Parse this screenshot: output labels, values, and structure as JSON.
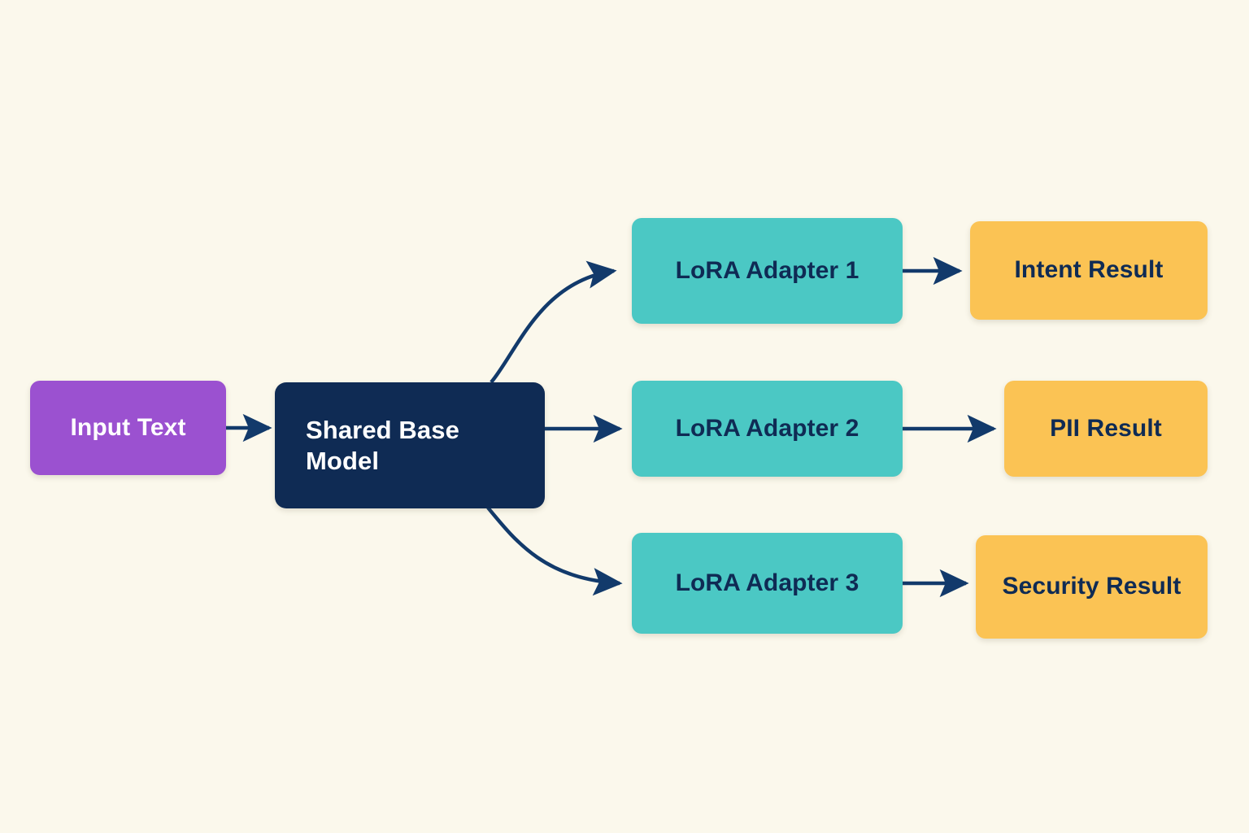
{
  "diagram": {
    "title": "LoRA multi-adapter inference flow",
    "background_color": "#FBF8EC",
    "edge_color": "#123A6B",
    "nodes": {
      "input": {
        "label": "Input Text",
        "color": "#9B51D0",
        "text_color": "#FFFFFF"
      },
      "base": {
        "label": "Shared Base\nModel",
        "line1": "Shared Base",
        "line2": "Model",
        "color": "#0F2B54",
        "text_color": "#FFFFFF"
      },
      "adapters": [
        {
          "label": "LoRA Adapter 1",
          "color": "#4BC8C4",
          "text_color": "#0F2B54"
        },
        {
          "label": "LoRA Adapter 2",
          "color": "#4BC8C4",
          "text_color": "#0F2B54"
        },
        {
          "label": "LoRA Adapter 3",
          "color": "#4BC8C4",
          "text_color": "#0F2B54"
        }
      ],
      "results": [
        {
          "label": "Intent Result",
          "color": "#FBC354",
          "text_color": "#0F2B54"
        },
        {
          "label": "PII Result",
          "color": "#FBC354",
          "text_color": "#0F2B54"
        },
        {
          "label": "Security Result",
          "color": "#FBC354",
          "text_color": "#0F2B54"
        }
      ]
    },
    "edges": [
      {
        "from": "Input Text",
        "to": "Shared Base Model",
        "style": "straight-arrow"
      },
      {
        "from": "Shared Base Model",
        "to": "LoRA Adapter 1",
        "style": "curved-arrow"
      },
      {
        "from": "Shared Base Model",
        "to": "LoRA Adapter 2",
        "style": "straight-arrow"
      },
      {
        "from": "Shared Base Model",
        "to": "LoRA Adapter 3",
        "style": "curved-arrow"
      },
      {
        "from": "LoRA Adapter 1",
        "to": "Intent Result",
        "style": "straight-arrow"
      },
      {
        "from": "LoRA Adapter 2",
        "to": "PII Result",
        "style": "straight-arrow"
      },
      {
        "from": "LoRA Adapter 3",
        "to": "Security Result",
        "style": "straight-arrow"
      }
    ]
  }
}
